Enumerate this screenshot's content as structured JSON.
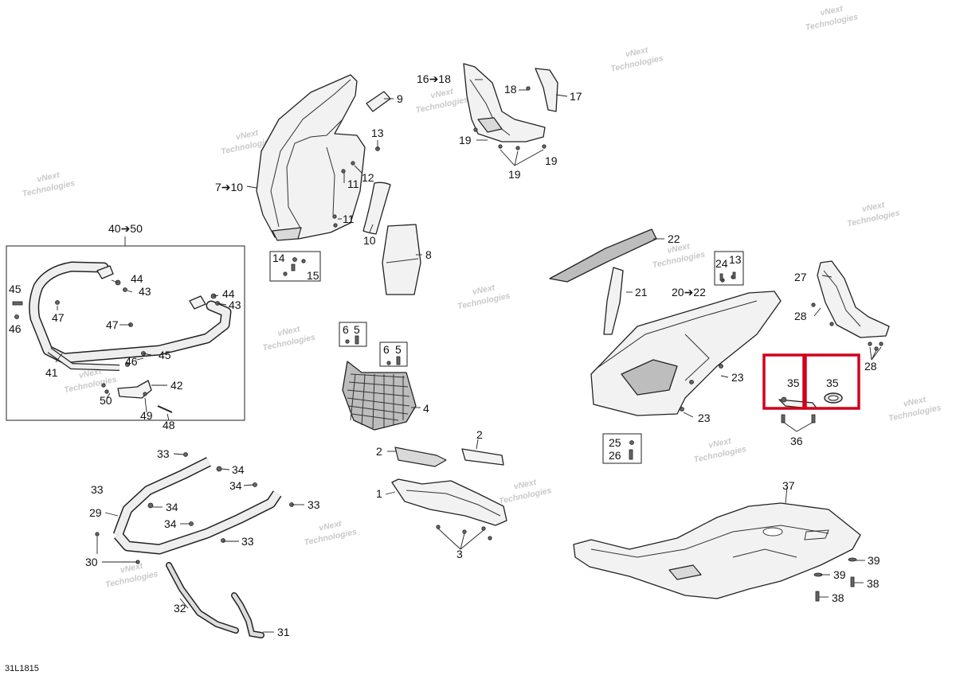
{
  "drawing": {
    "code": "31L1815",
    "watermark_line1": "vNext",
    "watermark_line2": "Technologies",
    "highlight_color": "#d0021b"
  },
  "callouts": [
    {
      "id": "c-16-18",
      "text": "16➔18"
    },
    {
      "id": "c-18",
      "text": "18"
    },
    {
      "id": "c-17",
      "text": "17"
    },
    {
      "id": "c-9",
      "text": "9"
    },
    {
      "id": "c-13a",
      "text": "13"
    },
    {
      "id": "c-12",
      "text": "12"
    },
    {
      "id": "c-11a",
      "text": "11"
    },
    {
      "id": "c-11b",
      "text": "11"
    },
    {
      "id": "c-7-10",
      "text": "7➔10"
    },
    {
      "id": "c-10",
      "text": "10"
    },
    {
      "id": "c-8",
      "text": "8"
    },
    {
      "id": "c-19a",
      "text": "19"
    },
    {
      "id": "c-19b",
      "text": "19"
    },
    {
      "id": "c-19c",
      "text": "19"
    },
    {
      "id": "c-14",
      "text": "14"
    },
    {
      "id": "c-15",
      "text": "15"
    },
    {
      "id": "c-40-50",
      "text": "40➔50"
    },
    {
      "id": "c-44a",
      "text": "44"
    },
    {
      "id": "c-43a",
      "text": "43"
    },
    {
      "id": "c-45a",
      "text": "45"
    },
    {
      "id": "c-47a",
      "text": "47"
    },
    {
      "id": "c-46a",
      "text": "46"
    },
    {
      "id": "c-44b",
      "text": "44"
    },
    {
      "id": "c-43b",
      "text": "43"
    },
    {
      "id": "c-47b",
      "text": "47"
    },
    {
      "id": "c-45b",
      "text": "45"
    },
    {
      "id": "c-46b",
      "text": "46"
    },
    {
      "id": "c-41",
      "text": "41"
    },
    {
      "id": "c-42",
      "text": "42"
    },
    {
      "id": "c-50",
      "text": "50"
    },
    {
      "id": "c-49",
      "text": "49"
    },
    {
      "id": "c-48",
      "text": "48"
    },
    {
      "id": "c-6a",
      "text": "6"
    },
    {
      "id": "c-5a",
      "text": "5"
    },
    {
      "id": "c-6b",
      "text": "6"
    },
    {
      "id": "c-5b",
      "text": "5"
    },
    {
      "id": "c-4",
      "text": "4"
    },
    {
      "id": "c-2a",
      "text": "2"
    },
    {
      "id": "c-2b",
      "text": "2"
    },
    {
      "id": "c-1",
      "text": "1"
    },
    {
      "id": "c-3",
      "text": "3"
    },
    {
      "id": "c-22",
      "text": "22"
    },
    {
      "id": "c-24",
      "text": "24"
    },
    {
      "id": "c-13b",
      "text": "13"
    },
    {
      "id": "c-21",
      "text": "21"
    },
    {
      "id": "c-20-22",
      "text": "20➔22"
    },
    {
      "id": "c-23a",
      "text": "23"
    },
    {
      "id": "c-23b",
      "text": "23"
    },
    {
      "id": "c-25",
      "text": "25"
    },
    {
      "id": "c-26",
      "text": "26"
    },
    {
      "id": "c-27",
      "text": "27"
    },
    {
      "id": "c-28a",
      "text": "28"
    },
    {
      "id": "c-28b",
      "text": "28"
    },
    {
      "id": "c-35a",
      "text": "35"
    },
    {
      "id": "c-35b",
      "text": "35"
    },
    {
      "id": "c-36",
      "text": "36"
    },
    {
      "id": "c-37",
      "text": "37"
    },
    {
      "id": "c-39a",
      "text": "39"
    },
    {
      "id": "c-39b",
      "text": "39"
    },
    {
      "id": "c-38a",
      "text": "38"
    },
    {
      "id": "c-38b",
      "text": "38"
    },
    {
      "id": "c-33a",
      "text": "33"
    },
    {
      "id": "c-34a",
      "text": "34"
    },
    {
      "id": "c-33b",
      "text": "33"
    },
    {
      "id": "c-34b",
      "text": "34"
    },
    {
      "id": "c-33c",
      "text": "33"
    },
    {
      "id": "c-29",
      "text": "29"
    },
    {
      "id": "c-34c",
      "text": "34"
    },
    {
      "id": "c-34d",
      "text": "34"
    },
    {
      "id": "c-33d",
      "text": "33"
    },
    {
      "id": "c-30",
      "text": "30"
    },
    {
      "id": "c-32",
      "text": "32"
    },
    {
      "id": "c-31",
      "text": "31"
    }
  ]
}
